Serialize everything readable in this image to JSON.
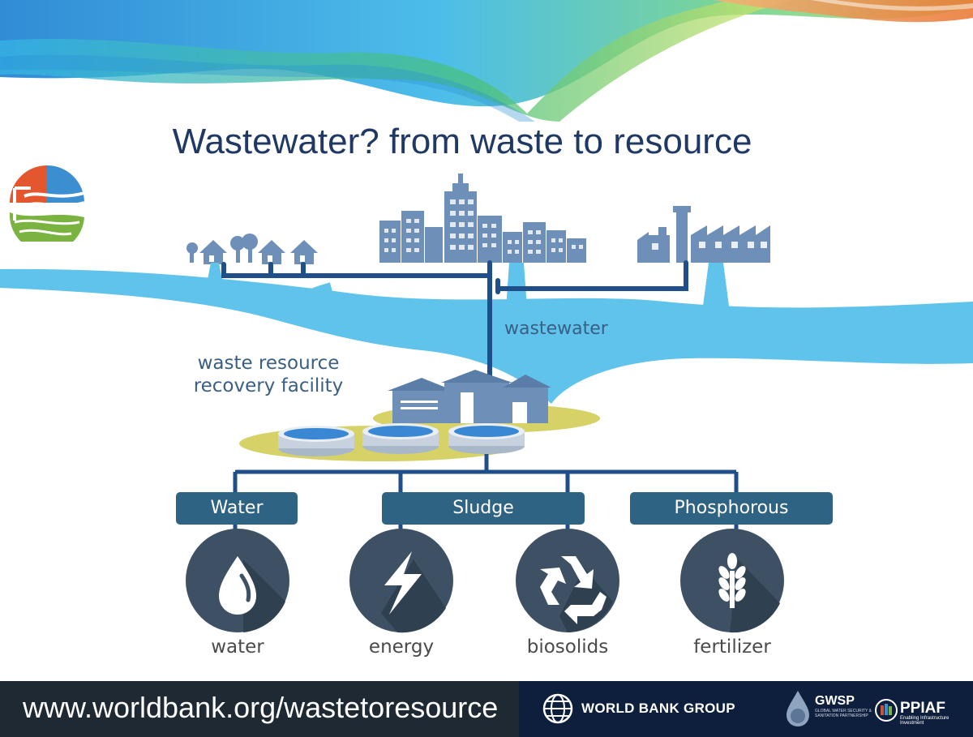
{
  "slide": {
    "title": "Wastewater? from waste to resource"
  },
  "diagram": {
    "flow_label": "wastewater",
    "facility_label_line1": "waste resource",
    "facility_label_line2": "recovery facility",
    "streams": [
      {
        "label": "Water"
      },
      {
        "label": "Sludge"
      },
      {
        "label": "Phosphorous"
      }
    ],
    "outputs": [
      {
        "label": "water",
        "icon": "water-drop-icon"
      },
      {
        "label": "energy",
        "icon": "lightning-bolt-icon"
      },
      {
        "label": "biosolids",
        "icon": "recycle-icon"
      },
      {
        "label": "fertilizer",
        "icon": "wheat-icon"
      }
    ]
  },
  "footer": {
    "url": "www.worldbank.org/wastetoresource",
    "logos": {
      "world_bank_group": "WORLD BANK GROUP",
      "gwsp": "GWSP",
      "gwsp_subtitle": "GLOBAL WATER SECURITY & SANITATION PARTNERSHIP",
      "ppiaf": "PPIAF",
      "ppiaf_subtitle": "Enabling Infrastructure Investment"
    }
  },
  "colors": {
    "title": "#1f3864",
    "river": "#5fc3ec",
    "buildings": "#6d8fb8",
    "pipes": "#1f4f8b",
    "boxes": "#2e6383",
    "icon_circles": "#3e5164",
    "facility_ground": "#d6d268"
  }
}
